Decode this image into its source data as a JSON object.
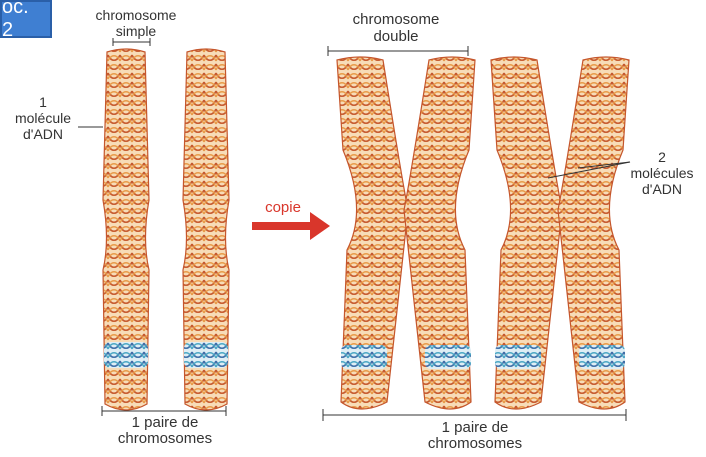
{
  "badge": "oc. 2",
  "labels": {
    "simple_l1": "chromosome",
    "simple_l2": "simple",
    "mol_l1": "1",
    "mol_l2": "molécule",
    "mol_l3": "d'ADN",
    "double_l1": "chromosome",
    "double_l2": "double",
    "copie": "copie",
    "mol2_l1": "2",
    "mol2_l2": "molécules",
    "mol2_l3": "d'ADN",
    "pair_left_l1": "1 paire de",
    "pair_left_l2": "chromosomes",
    "pair_right_l1": "1 paire de",
    "pair_right_l2": "chromosomes"
  },
  "colors": {
    "strand_red": "#c5562c",
    "strand_orange": "#e8903c",
    "fill_light": "#f6d3a8",
    "band_blue": "#3f6fa8",
    "band_cyan": "#4aa6c4",
    "arrow_red": "#d9362b"
  }
}
